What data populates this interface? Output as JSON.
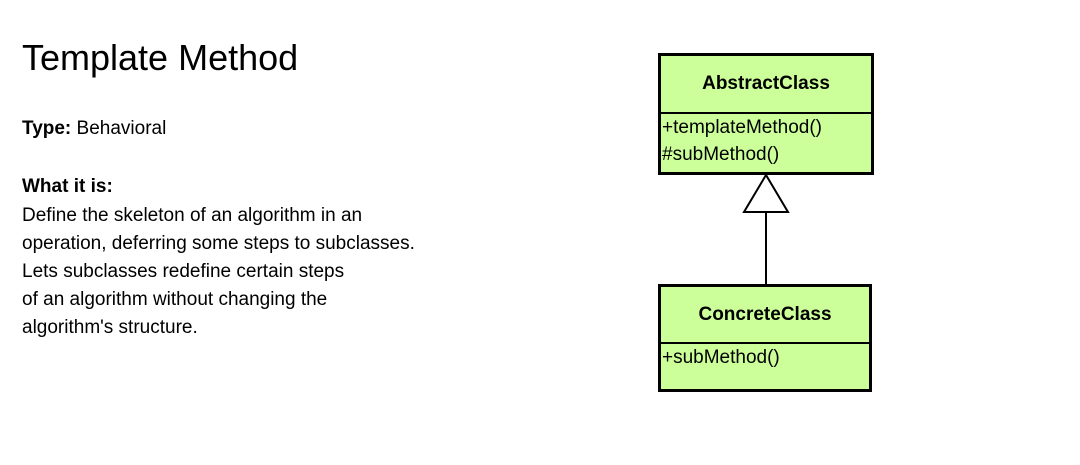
{
  "title": "Template Method",
  "type": {
    "label": "Type:",
    "value": "Behavioral"
  },
  "what_it_is": {
    "heading": "What it is:",
    "lines": [
      "Define the skeleton of an algorithm in an",
      "operation, deferring some steps to subclasses.",
      "Lets subclasses redefine certain steps",
      "of an algorithm without changing the",
      "algorithm's structure."
    ]
  },
  "diagram": {
    "fill_color": "#ccff99",
    "border_color": "#000000",
    "abstract_class": {
      "name": "AbstractClass",
      "members": [
        "+templateMethod()",
        "#subMethod()"
      ]
    },
    "concrete_class": {
      "name": "ConcreteClass",
      "members": [
        "+subMethod()"
      ]
    },
    "relationship": "inheritance"
  }
}
